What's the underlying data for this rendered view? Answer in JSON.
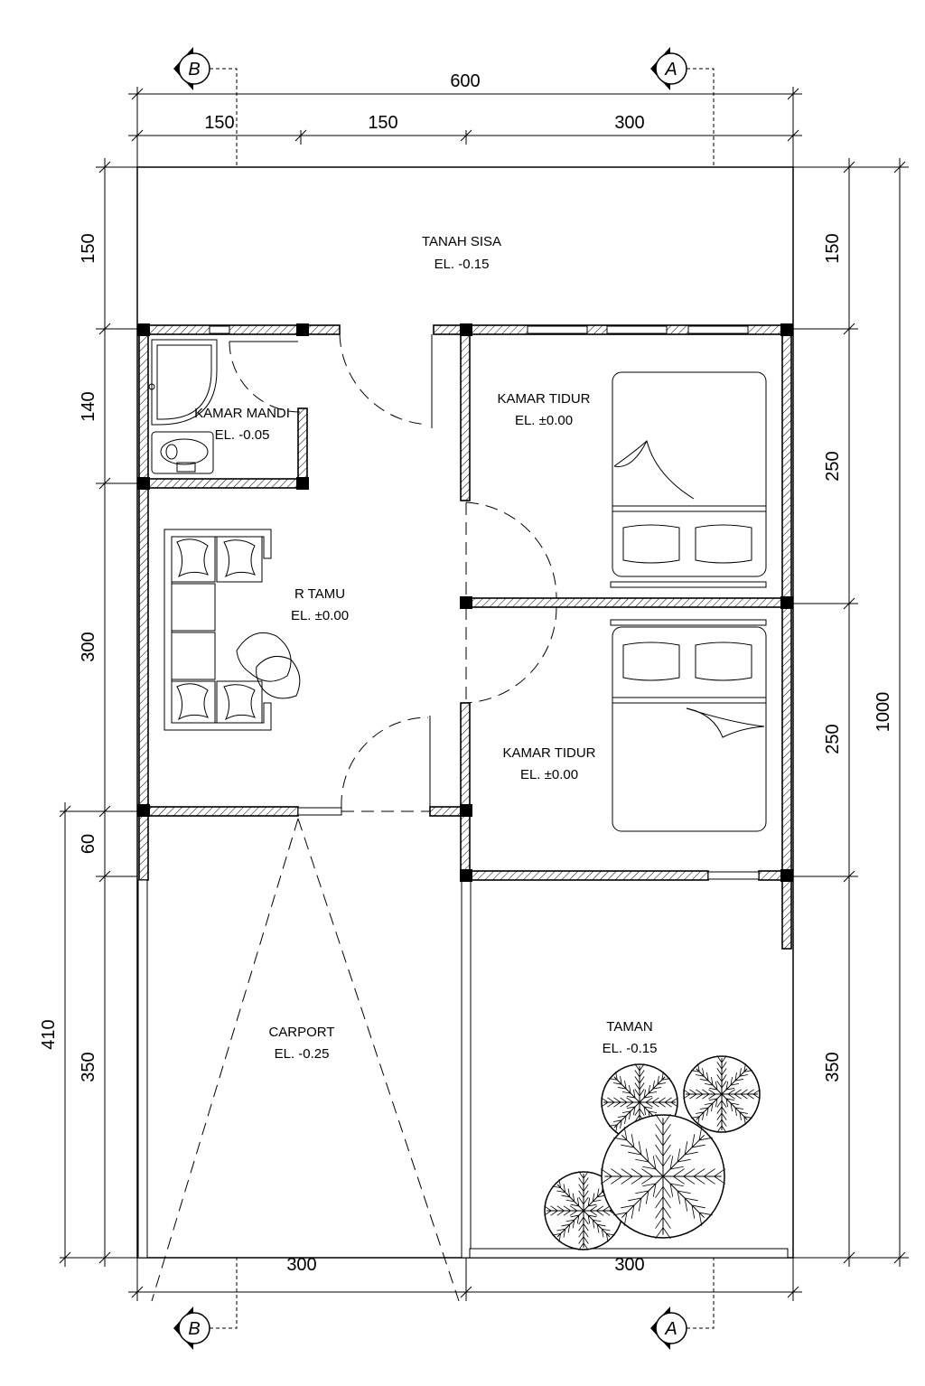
{
  "dimensions": {
    "top_total": "600",
    "top_seg_1": "150",
    "top_seg_2": "150",
    "top_seg_3": "300",
    "bottom_seg_1": "300",
    "bottom_seg_2": "300",
    "left_1": "150",
    "left_2": "140",
    "left_3": "300",
    "left_4": "60",
    "left_5": "350",
    "left_outer": "410",
    "right_1": "150",
    "right_2": "250",
    "right_3": "250",
    "right_4": "350",
    "right_total": "1000"
  },
  "section_markers": {
    "b": "B",
    "a": "A"
  },
  "rooms": {
    "tanah_sisa": {
      "name": "TANAH SISA",
      "elevation": "EL. -0.15"
    },
    "kamar_mandi": {
      "name": "KAMAR MANDI",
      "elevation": "EL. -0.05"
    },
    "kamar_tidur_1": {
      "name": "KAMAR TIDUR",
      "elevation": "EL. ±0.00"
    },
    "r_tamu": {
      "name": "R TAMU",
      "elevation": "EL. ±0.00"
    },
    "kamar_tidur_2": {
      "name": "KAMAR TIDUR",
      "elevation": "EL. ±0.00"
    },
    "carport": {
      "name": "CARPORT",
      "elevation": "EL. -0.25"
    },
    "taman": {
      "name": "TAMAN",
      "elevation": "EL. -0.15"
    }
  }
}
